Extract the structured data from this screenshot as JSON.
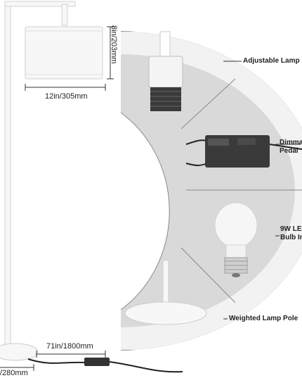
{
  "dimensions": {
    "shade_width": "12in/305mm",
    "shade_height": "8in/203mm",
    "cord_length": "71in/1800mm",
    "base_width": "/280mm"
  },
  "features": [
    {
      "label": "Adjustable Lamp"
    },
    {
      "label": "Dimma",
      "label2": "Pedal"
    },
    {
      "label": "9W LE",
      "label2": "Bulb In"
    },
    {
      "label": "Weighted Lamp Pole"
    }
  ],
  "colors": {
    "lamp_white": "#f7f7f7",
    "panel_gray": "#d9d9d9",
    "dimmer_dark": "#3a3a3a",
    "outline": "#9a9a9a"
  }
}
